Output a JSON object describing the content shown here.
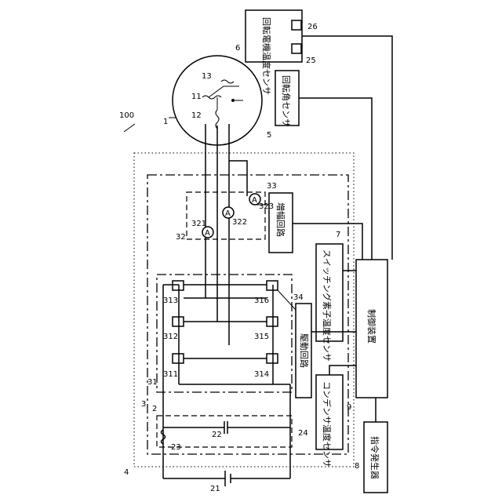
{
  "diagram": {
    "figure_ref": "100",
    "labels": {
      "motor": "1",
      "inverter": "2",
      "system": "3",
      "power_unit": "4",
      "rotation_sensor": "5",
      "motor_temp_unit": "6",
      "switch_temp_ref": "7",
      "command_ref": "8",
      "controller_ref": "9",
      "coil_u": "11",
      "coil_v": "12",
      "coil_w": "13",
      "battery": "21",
      "capacitor": "22",
      "reactor": "23",
      "cap_temp_ref": "24",
      "sensor_25": "25",
      "sensor_26": "26",
      "switch_block": "31",
      "sw_311": "311",
      "sw_312": "312",
      "sw_313": "313",
      "sw_314": "314",
      "sw_315": "315",
      "sw_316": "316",
      "current_block": "32",
      "ct_321": "321",
      "ct_322": "322",
      "ct_323": "323",
      "amp_ref": "33",
      "drive_ref": "34"
    },
    "boxes": {
      "motor_temp_sensor": "回転電機温度センサ",
      "rotation_angle_sensor": "回転角センサ",
      "switch_temp_sensor": "スイッチング素子温度センサ",
      "controller": "制御装置",
      "drive_circuit": "駆動回路",
      "amp_circuit": "増幅回路",
      "cap_temp_sensor": "コンデンサ温度センサ",
      "command_generator": "指令発生器"
    },
    "ct_symbol": "A"
  }
}
